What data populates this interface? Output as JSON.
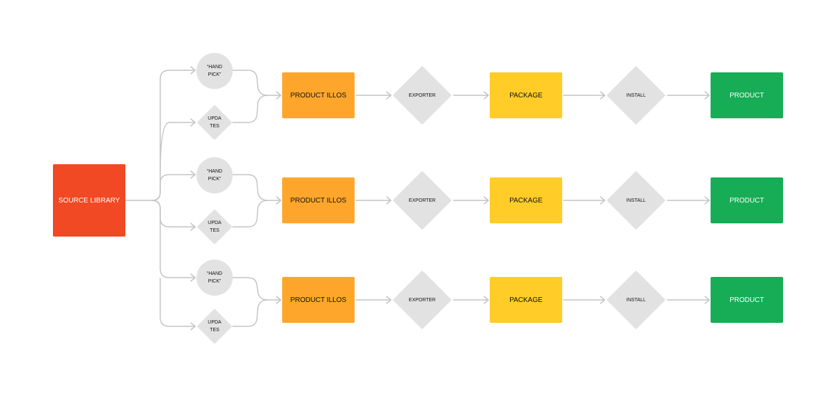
{
  "source": {
    "label": "SOURCE LIBRARY"
  },
  "rows": [
    {
      "hand_pick": "“HAND\nPICK”",
      "updates": "UPDA\nTES",
      "illos": "PRODUCT ILLOS",
      "exporter": "EXPORTER",
      "package": "PACKAGE",
      "install": "INSTALL",
      "product": "PRODUCT"
    },
    {
      "hand_pick": "“HAND\nPICK”",
      "updates": "UPDA\nTES",
      "illos": "PRODUCT ILLOS",
      "exporter": "EXPORTER",
      "package": "PACKAGE",
      "install": "INSTALL",
      "product": "PRODUCT"
    },
    {
      "hand_pick": "“HAND\nPICK”",
      "updates": "UPDA\nTES",
      "illos": "PRODUCT ILLOS",
      "exporter": "EXPORTER",
      "package": "PACKAGE",
      "install": "INSTALL",
      "product": "PRODUCT"
    }
  ],
  "colors": {
    "source": "#f04923",
    "product_illos": "#fea62b",
    "package": "#ffcc28",
    "product": "#16ad56",
    "decision_node": "#e2e2e2",
    "connector": "#c4c4c4"
  }
}
